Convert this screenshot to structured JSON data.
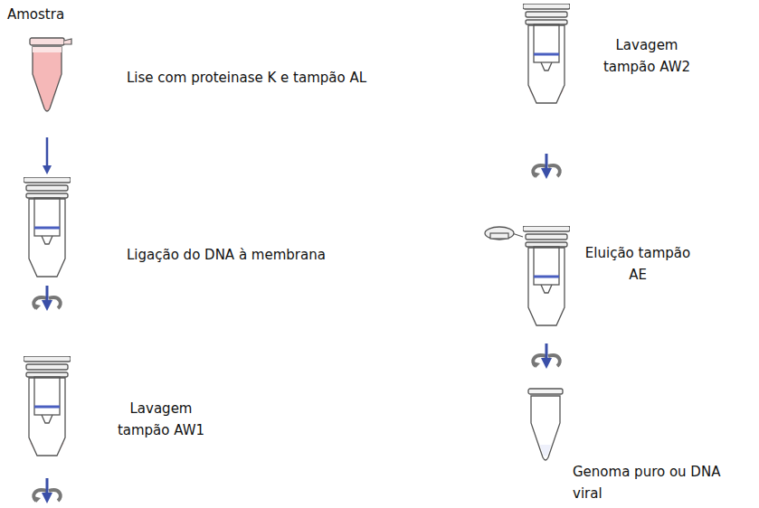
{
  "diagram": {
    "labels": [
      "Amostra",
      "Lise com proteinase K e tampão AL",
      "Ligação do DNA à membrana",
      "Lavagem tampão AW1",
      "Lavagem tampão AW2",
      "Eluição tampão AE",
      "Genoma puro ou DNA viral"
    ]
  }
}
